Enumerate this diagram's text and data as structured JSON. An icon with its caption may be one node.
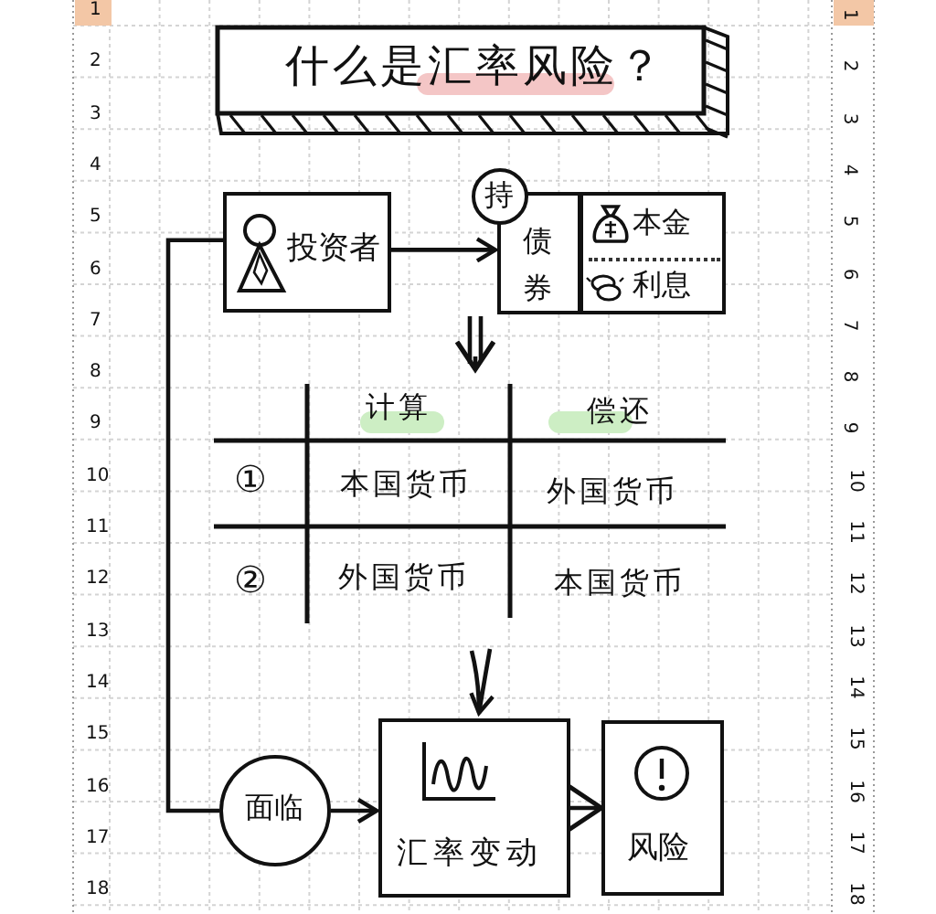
{
  "diagram": {
    "title": "什么是汇率风险？",
    "nodes": [
      {
        "text": [
          "投资者"
        ]
      },
      {
        "text": [
          "持"
        ]
      },
      {
        "text": [
          "债券",
          "本金",
          "利息"
        ]
      },
      {
        "text": [
          "面临"
        ]
      },
      {
        "text": [
          "汇率变动"
        ]
      },
      {
        "text": [
          "风险"
        ]
      }
    ],
    "edges": [
      {
        "from": 0,
        "to": 2,
        "arrow": "to"
      },
      {
        "from": 0,
        "to": 3,
        "arrow": "none"
      },
      {
        "from": 3,
        "to": 4,
        "arrow": "to"
      },
      {
        "from": 4,
        "to": 5,
        "arrow": "to"
      },
      {
        "from": 2,
        "to": null,
        "arrow": "to"
      },
      {
        "from": null,
        "to": 4,
        "arrow": "to"
      }
    ],
    "labels": [
      "计算",
      "偿还",
      "①",
      "本国货币",
      "外国货币",
      "②",
      "外国货币",
      "本国货币",
      "1",
      "2",
      "3",
      "4",
      "5",
      "6",
      "7",
      "8",
      "9",
      "10",
      "11",
      "12",
      "13",
      "14",
      "15",
      "16",
      "17",
      "18",
      "1",
      "2",
      "3",
      "4",
      "5",
      "6",
      "7",
      "8",
      "9",
      "10",
      "11",
      "12",
      "13",
      "14",
      "15",
      "16",
      "17",
      "18"
    ]
  }
}
